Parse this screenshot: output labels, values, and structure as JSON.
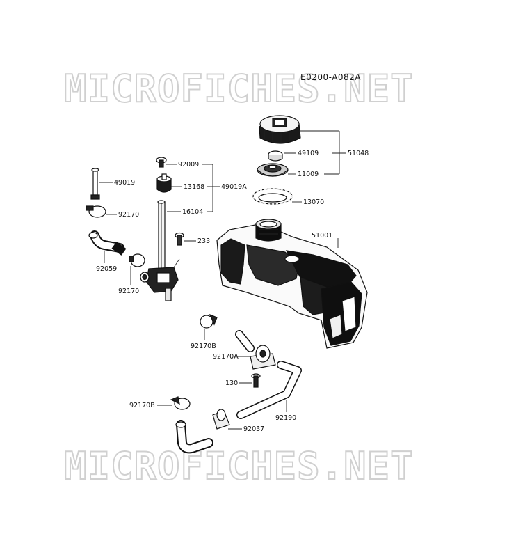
{
  "diagram_code": "E0200-A082A",
  "watermark": {
    "top": "MICROFICHES.NET",
    "bottom": "MICROFICHES.NET"
  },
  "parts": {
    "p51048": "51048",
    "p49109": "49109",
    "p11009": "11009",
    "p13070": "13070",
    "p51001": "51001",
    "p92009": "92009",
    "p13168": "13168",
    "p49019A": "49019A",
    "p16104": "16104",
    "p49019": "49019",
    "p92170_top": "92170",
    "p233": "233",
    "p92059": "92059",
    "p92170_mid": "92170",
    "p92170B_top": "92170B",
    "p92170A": "92170A",
    "p130": "130",
    "p92170B_bot": "92170B",
    "p92190": "92190",
    "p92037": "92037"
  }
}
